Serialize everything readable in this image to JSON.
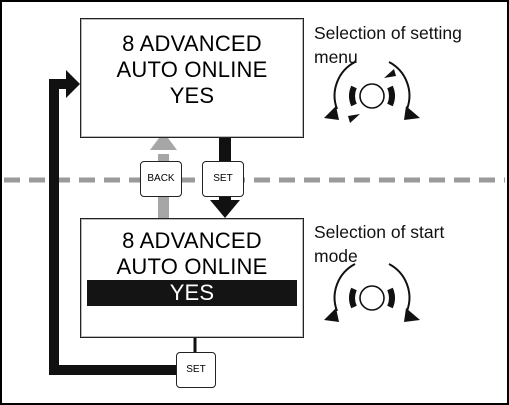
{
  "top_display": {
    "line1": "8 ADVANCED",
    "line2": "AUTO ONLINE",
    "line3": "YES"
  },
  "top_caption": {
    "line1": "Selection of setting",
    "line2": "menu"
  },
  "bottom_display": {
    "line1": "8 ADVANCED",
    "line2": "AUTO ONLINE",
    "line3": "YES"
  },
  "bottom_caption": {
    "line1": "Selection of start",
    "line2": "mode"
  },
  "buttons": {
    "back": "BACK",
    "set_middle": "SET",
    "set_bottom": "SET"
  },
  "icons": {
    "dial": "rotary-dial-icon"
  },
  "colors": {
    "back_arrow": "#a6a6a6",
    "forward_arrow": "#111111",
    "highlight_bg": "#141414",
    "divider": "#9a9a9a"
  }
}
